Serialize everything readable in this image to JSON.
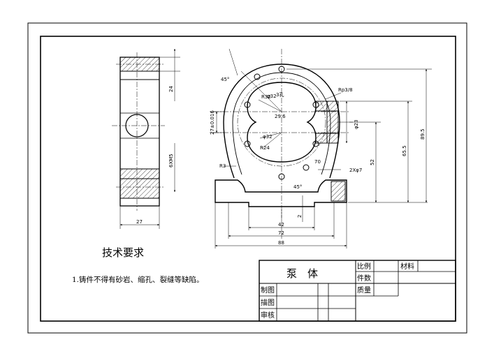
{
  "views": {
    "left": {
      "dims": {
        "depth_top": "24",
        "holes": "6XM5",
        "width": "27"
      }
    },
    "front": {
      "dims": {
        "angle_top": "45°",
        "r32": "R32",
        "phi32_top": "φ32",
        "hole_label": "3孔",
        "center_dist": "29.6",
        "phi32_bottom": "φ32",
        "r24": "R24",
        "height_tol": "27±0.016",
        "rp": "Rp3/8",
        "phi23": "φ23",
        "dim70": "70",
        "r3": "R3",
        "angle_bottom": "45°",
        "holes2": "2Xφ7",
        "d52": "52",
        "d655": "65.5",
        "d895": "89.5",
        "d2": "2",
        "d42": "42",
        "d72": "72",
        "d88": "88"
      }
    }
  },
  "tech_req": {
    "title": "技术要求",
    "item1": "1.铸件不得有砂岩、缩孔、裂缝等缺陷。"
  },
  "title_block": {
    "part_name": "泵　体",
    "scale": "比例",
    "material": "材料",
    "quantity": "件数",
    "weight": "质量",
    "drawn": "制图",
    "traced": "描图",
    "checked": "审核"
  }
}
